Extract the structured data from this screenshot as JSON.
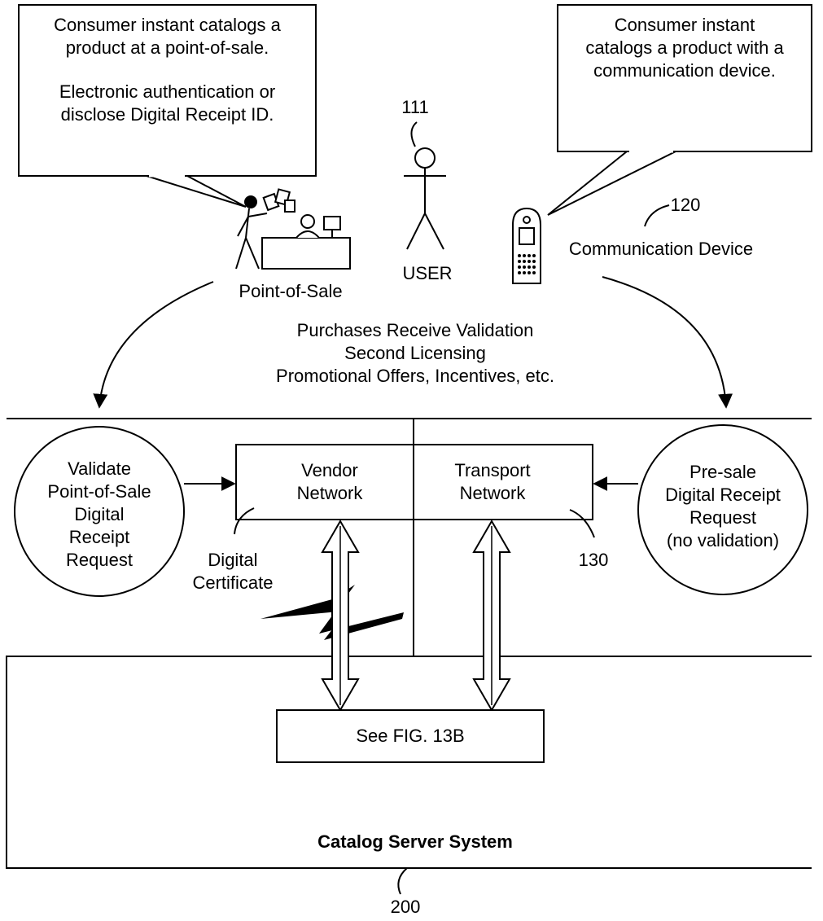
{
  "callout_left": {
    "line1": "Consumer instant catalogs a",
    "line2": "product at a point-of-sale.",
    "line3": "Electronic authentication or",
    "line4": "disclose Digital Receipt ID."
  },
  "callout_right": {
    "line1": "Consumer instant",
    "line2": "catalogs a product with a",
    "line3": "communication device."
  },
  "user": {
    "ref": "111",
    "label": "USER"
  },
  "pos": {
    "label": "Point-of-Sale"
  },
  "device": {
    "ref": "120",
    "label": "Communication Device"
  },
  "purchases": {
    "line1": "Purchases Receive Validation",
    "line2": "Second Licensing",
    "line3": "Promotional Offers, Incentives, etc."
  },
  "validate_circle": {
    "line1": "Validate",
    "line2": "Point-of-Sale",
    "line3": "Digital",
    "line4": "Receipt",
    "line5": "Request"
  },
  "vendor_network": {
    "line1": "Vendor",
    "line2": "Network"
  },
  "transport_network": {
    "line1": "Transport",
    "line2": "Network",
    "ref": "130"
  },
  "presale_circle": {
    "line1": "Pre-sale",
    "line2": "Digital Receipt",
    "line3": "Request",
    "line4": "(no validation)"
  },
  "digital_certificate": {
    "line1": "Digital",
    "line2": "Certificate"
  },
  "see_fig": {
    "label": "See FIG. 13B"
  },
  "catalog_server": {
    "label": "Catalog Server System",
    "ref": "200"
  }
}
